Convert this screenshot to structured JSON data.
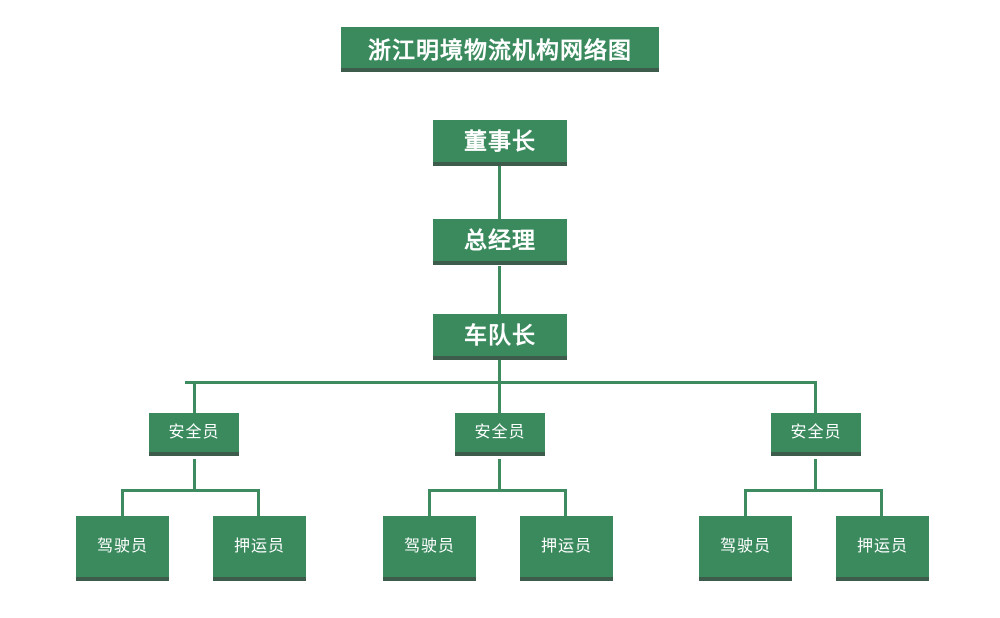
{
  "diagram": {
    "title": "浙江明境物流机构网络图",
    "accent_color": "#3a8a5e",
    "shadow_color": "#3d5c4b",
    "line_color": "#3d8b5e",
    "text_color": "#ffffff",
    "background_color": "#ffffff"
  },
  "nodes": {
    "chairman": {
      "label": "董事长"
    },
    "general_manager": {
      "label": "总经理"
    },
    "fleet_captain": {
      "label": "车队长"
    },
    "safety_officer_1": {
      "label": "安全员"
    },
    "safety_officer_2": {
      "label": "安全员"
    },
    "safety_officer_3": {
      "label": "安全员"
    },
    "driver_1": {
      "label": "驾驶员"
    },
    "escort_1": {
      "label": "押运员"
    },
    "driver_2": {
      "label": "驾驶员"
    },
    "escort_2": {
      "label": "押运员"
    },
    "driver_3": {
      "label": "驾驶员"
    },
    "escort_3": {
      "label": "押运员"
    }
  },
  "chart_data": {
    "type": "tree",
    "title": "浙江明境物流机构网络图",
    "orientation": "top-down",
    "levels": 4,
    "root": {
      "label": "董事长",
      "children": [
        {
          "label": "总经理",
          "children": [
            {
              "label": "车队长",
              "children": [
                {
                  "label": "安全员",
                  "children": [
                    {
                      "label": "驾驶员",
                      "children": []
                    },
                    {
                      "label": "押运员",
                      "children": []
                    }
                  ]
                },
                {
                  "label": "安全员",
                  "children": [
                    {
                      "label": "驾驶员",
                      "children": []
                    },
                    {
                      "label": "押运员",
                      "children": []
                    }
                  ]
                },
                {
                  "label": "安全员",
                  "children": [
                    {
                      "label": "驾驶员",
                      "children": []
                    },
                    {
                      "label": "押运员",
                      "children": []
                    }
                  ]
                }
              ]
            }
          ]
        }
      ]
    }
  }
}
